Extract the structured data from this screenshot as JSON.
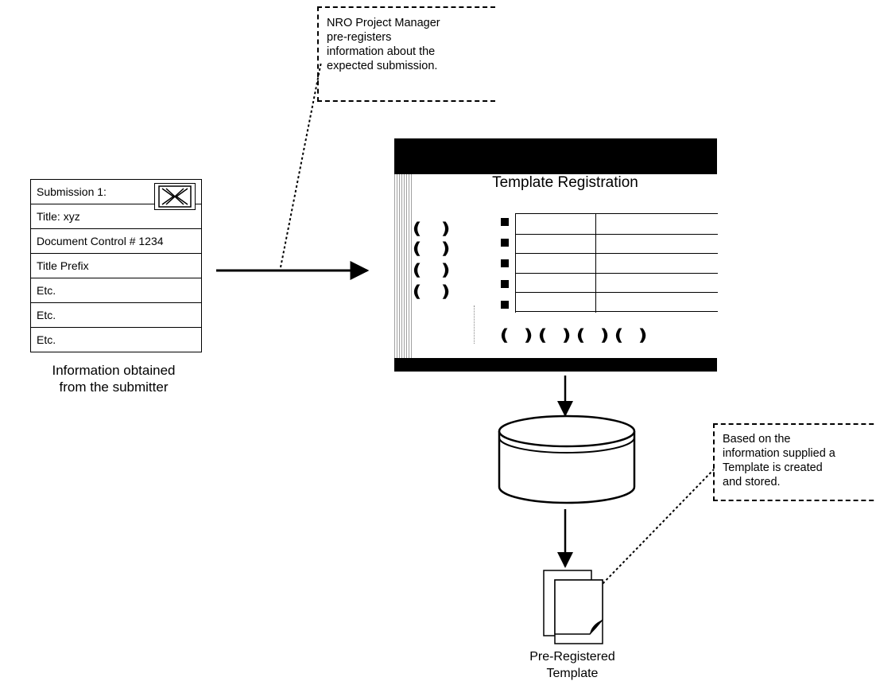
{
  "submission_form": {
    "rows": [
      "Submission 1:",
      "Title: xyz",
      "Document Control # 1234",
      "Title Prefix",
      "Etc.",
      "Etc.",
      "Etc."
    ],
    "icon": "excel-icon"
  },
  "caption_left": [
    "Information obtained",
    "from the submitter"
  ],
  "callout_top": [
    "NRO Project Manager",
    "pre-registers",
    "information about the",
    "expected submission."
  ],
  "registration_window": {
    "title": "Template Registration"
  },
  "callout_right": [
    "Based on the",
    "information supplied a",
    "Template is created",
    "and stored."
  ],
  "caption_bottom": [
    "Pre-Registered",
    "Template"
  ],
  "icons": [
    "excel-icon",
    "database-icon",
    "document-icon",
    "arrow-icon"
  ]
}
